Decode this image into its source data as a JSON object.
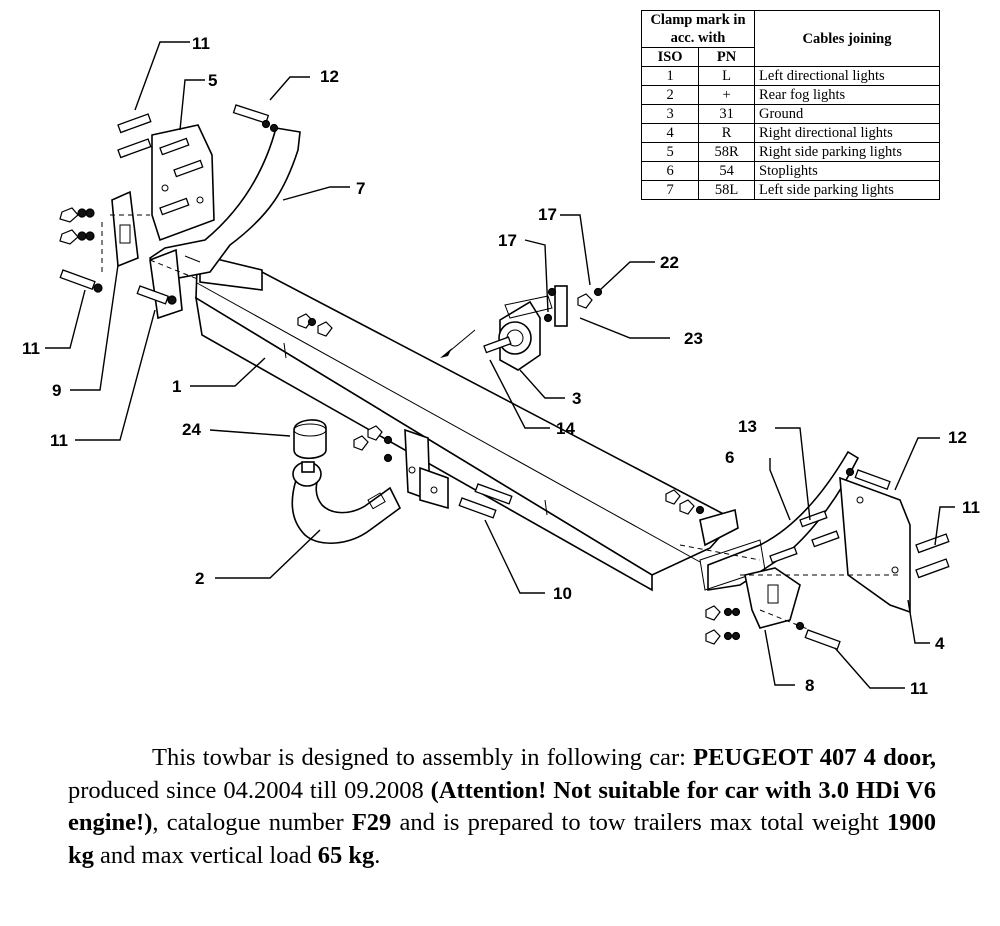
{
  "table": {
    "header_clamp": "Clamp mark in acc. with",
    "header_cables": "Cables joining",
    "col_iso": "ISO",
    "col_pn": "PN",
    "rows": [
      {
        "iso": "1",
        "pn": "L",
        "desc": "Left directional lights"
      },
      {
        "iso": "2",
        "pn": "+",
        "desc": "Rear fog lights"
      },
      {
        "iso": "3",
        "pn": "31",
        "desc": "Ground"
      },
      {
        "iso": "4",
        "pn": "R",
        "desc": "Right directional lights"
      },
      {
        "iso": "5",
        "pn": "58R",
        "desc": "Right side parking lights"
      },
      {
        "iso": "6",
        "pn": "54",
        "desc": "Stoplights"
      },
      {
        "iso": "7",
        "pn": "58L",
        "desc": "Left side parking lights"
      }
    ]
  },
  "callouts": {
    "c11_top": "11",
    "c5": "5",
    "c12_left": "12",
    "c7": "7",
    "c11_left": "11",
    "c9": "9",
    "c1": "1",
    "c11_mid": "11",
    "c24": "24",
    "c2": "2",
    "c10": "10",
    "c17_top": "17",
    "c17_left": "17",
    "c22": "22",
    "c23": "23",
    "c3": "3",
    "c14": "14",
    "c13": "13",
    "c6": "6",
    "c12_right": "12",
    "c11_right_top": "11",
    "c4": "4",
    "c8": "8",
    "c11_right_bottom": "11"
  },
  "description": {
    "intro": "This towbar is designed to assembly in following car:",
    "car": "PEUGEOT 407 4 door,",
    "produced": "produced since 04.2004 till 09.2008",
    "attention": "(Attention! Not suitable for car with 3.0 HDi V6 engine!)",
    "catalogue_pre": ", catalogue number",
    "catalogue_num": "F29",
    "tow_pre": "and is prepared to tow trailers max total weight",
    "weight": "1900 kg",
    "vertical_pre": "and max vertical load",
    "vertical": "65 kg",
    "end": "."
  }
}
